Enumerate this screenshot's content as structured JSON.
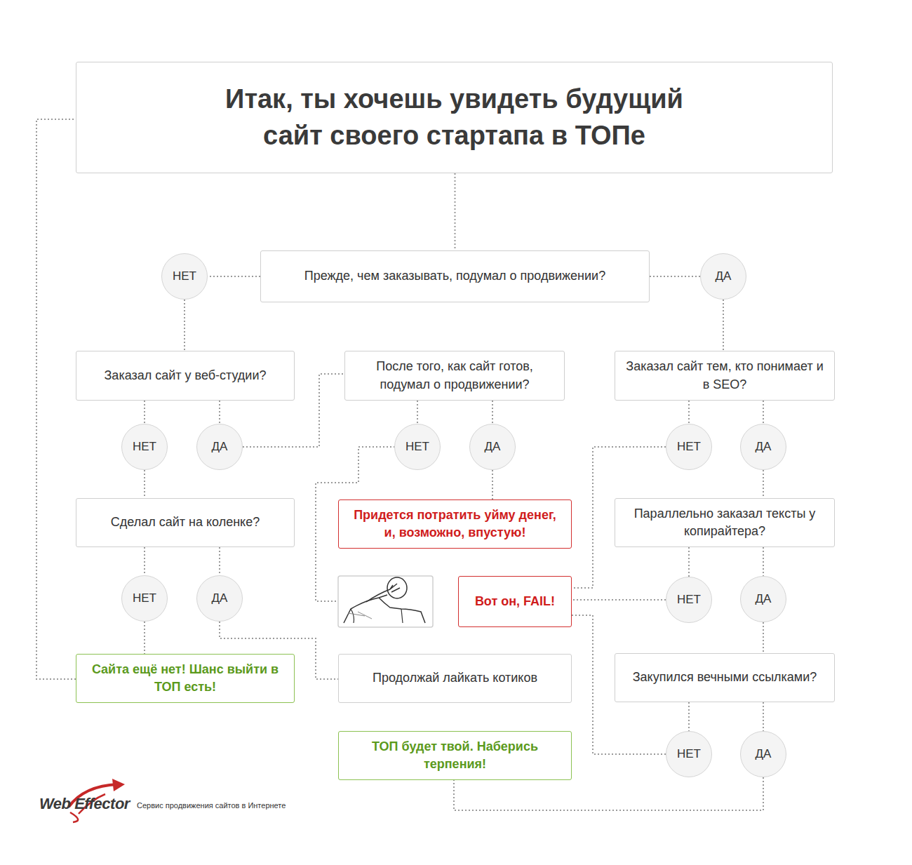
{
  "diagram": {
    "title": "Итак, ты хочешь увидеть будущий сайт своего стартапа в ТОПе",
    "nodes": [
      {
        "text": [
          "Итак, ты хочешь увидеть будущий сайт своего стартапа в ТОПе"
        ]
      },
      {
        "text": [
          "Прежде, чем заказывать, подумал о продвижении?"
        ]
      },
      {
        "text": [
          "НЕТ"
        ]
      },
      {
        "text": [
          "ДА"
        ]
      },
      {
        "text": [
          "Заказал сайт у веб-студии?"
        ]
      },
      {
        "text": [
          "После того, как сайт готов, подумал о продвижении?"
        ]
      },
      {
        "text": [
          "Заказал сайт тем, кто понимает и в SEO?"
        ]
      },
      {
        "text": [
          "НЕТ"
        ]
      },
      {
        "text": [
          "ДА"
        ]
      },
      {
        "text": [
          "НЕТ"
        ]
      },
      {
        "text": [
          "ДА"
        ]
      },
      {
        "text": [
          "НЕТ"
        ]
      },
      {
        "text": [
          "ДА"
        ]
      },
      {
        "text": [
          "Сделал сайт на коленке?"
        ]
      },
      {
        "text": [
          "Придется потратить уйму денег, и, возможно, впустую!"
        ]
      },
      {
        "text": [
          "Параллельно заказал тексты у копирайтера?"
        ]
      },
      {
        "text": [
          "НЕТ"
        ]
      },
      {
        "text": [
          "ДА"
        ]
      },
      {
        "text": [
          "Вот он, FAIL!"
        ]
      },
      {
        "text": [
          "НЕТ"
        ]
      },
      {
        "text": [
          "ДА"
        ]
      },
      {
        "text": [
          "Сайта ещё нет! Шанс выйти в ТОП есть!"
        ]
      },
      {
        "text": [
          "Продолжай лайкать котиков"
        ]
      },
      {
        "text": [
          "Закупился вечными ссылками?"
        ]
      },
      {
        "text": [
          "ТОП будет твой. Наберись терпения!"
        ]
      },
      {
        "text": [
          "НЕТ"
        ]
      },
      {
        "text": [
          "ДА"
        ]
      }
    ],
    "edges": [
      {
        "from": 0,
        "to": 1,
        "arrow": "none"
      },
      {
        "from": 1,
        "to": 2,
        "arrow": "none"
      },
      {
        "from": 1,
        "to": 3,
        "arrow": "none"
      },
      {
        "from": 2,
        "to": 4,
        "arrow": "none"
      },
      {
        "from": 3,
        "to": 6,
        "arrow": "none"
      },
      {
        "from": 4,
        "to": 7,
        "arrow": "none"
      },
      {
        "from": 4,
        "to": 8,
        "arrow": "none"
      },
      {
        "from": 8,
        "to": 5,
        "arrow": "none"
      },
      {
        "from": 5,
        "to": 9,
        "arrow": "none"
      },
      {
        "from": 5,
        "to": 10,
        "arrow": "none"
      },
      {
        "from": 10,
        "to": 14,
        "arrow": "none"
      },
      {
        "from": 7,
        "to": 13,
        "arrow": "none"
      },
      {
        "from": 13,
        "to": 16,
        "arrow": "none"
      },
      {
        "from": 13,
        "to": 17,
        "arrow": "none"
      },
      {
        "from": 16,
        "to": 21,
        "arrow": "none"
      },
      {
        "from": 17,
        "to": 22,
        "arrow": "none"
      },
      {
        "from": 21,
        "to": 0,
        "arrow": "none"
      },
      {
        "from": 6,
        "to": 11,
        "arrow": "none"
      },
      {
        "from": 6,
        "to": 12,
        "arrow": "none"
      },
      {
        "from": 11,
        "to": 18,
        "arrow": "none"
      },
      {
        "from": 12,
        "to": 15,
        "arrow": "none"
      },
      {
        "from": 15,
        "to": 19,
        "arrow": "none"
      },
      {
        "from": 15,
        "to": 20,
        "arrow": "none"
      },
      {
        "from": 19,
        "to": 18,
        "arrow": "none"
      },
      {
        "from": 20,
        "to": 23,
        "arrow": "none"
      },
      {
        "from": 23,
        "to": 25,
        "arrow": "none"
      },
      {
        "from": 23,
        "to": 26,
        "arrow": "none"
      },
      {
        "from": 25,
        "to": 18,
        "arrow": "none"
      },
      {
        "from": 26,
        "to": 24,
        "arrow": "none"
      }
    ],
    "labels": [
      "Web Effector",
      "Сервис продвижения сайтов в Интернете"
    ]
  }
}
